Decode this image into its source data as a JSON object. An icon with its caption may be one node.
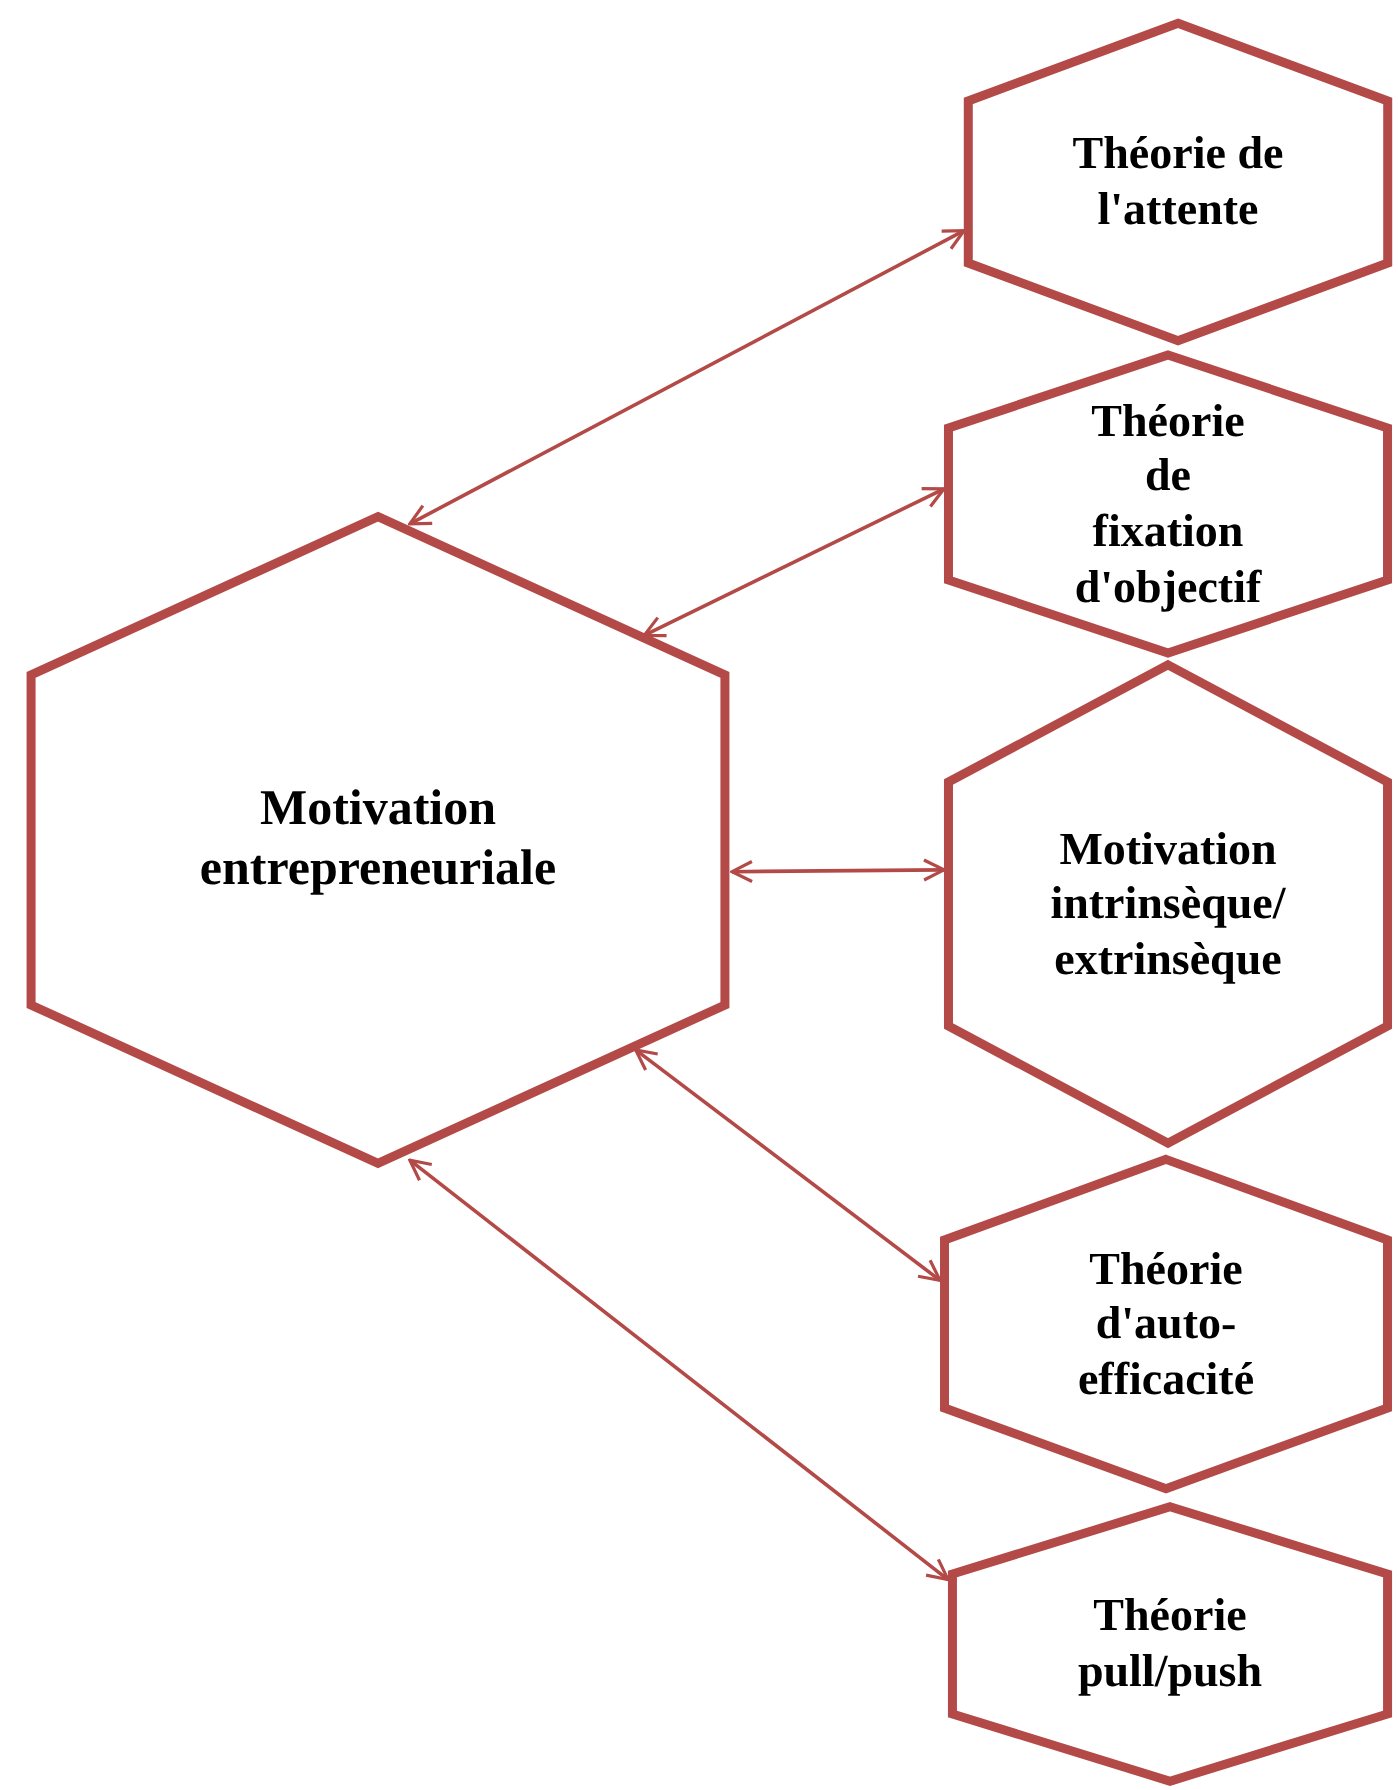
{
  "diagram": {
    "nodes": [
      {
        "text": [
          "Motivation entrepreneuriale"
        ]
      },
      {
        "text": [
          "Théorie de l'attente"
        ]
      },
      {
        "text": [
          "Théorie de fixation d'objectif"
        ]
      },
      {
        "text": [
          "Motivation intrinsèque/ extrinsèque"
        ]
      },
      {
        "text": [
          "Théorie d'auto-efficacité"
        ]
      },
      {
        "text": [
          "Théorie pull/push"
        ]
      }
    ],
    "edges": [
      {
        "from": 0,
        "to": 1,
        "arrow": "both"
      },
      {
        "from": 0,
        "to": 2,
        "arrow": "both"
      },
      {
        "from": 0,
        "to": 3,
        "arrow": "both"
      },
      {
        "from": 0,
        "to": 4,
        "arrow": "both"
      },
      {
        "from": 0,
        "to": 5,
        "arrow": "both"
      }
    ]
  }
}
